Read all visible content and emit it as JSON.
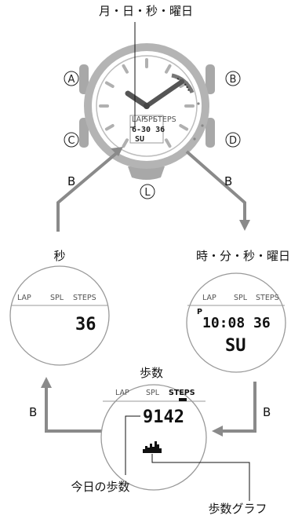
{
  "watch": {
    "top_label": "月・日・秒・曜日",
    "buttons": {
      "a": "A",
      "b": "B",
      "c": "C",
      "d": "D",
      "l": "L"
    },
    "lcd_tabs": [
      "LAP",
      "SPL",
      "STEPS"
    ],
    "lcd_line1": "6-30 36",
    "lcd_line2": "SU"
  },
  "arrow_labels": {
    "left": "B",
    "right": "B",
    "bottom_left": "B",
    "bottom_right": "B"
  },
  "screens": {
    "seconds": {
      "title": "秒",
      "tabs": [
        "LAP",
        "SPL",
        "STEPS"
      ],
      "value": "36"
    },
    "time": {
      "title": "時・分・秒・曜日",
      "tabs": [
        "LAP",
        "SPL",
        "STEPS"
      ],
      "pm": "P",
      "time": "10:08 36",
      "day": "SU"
    },
    "steps": {
      "title": "歩数",
      "tabs": [
        "LAP",
        "SPL",
        "STEPS"
      ],
      "count": "9142"
    }
  },
  "callouts": {
    "today_steps": "今日の歩数",
    "steps_graph": "歩数グラフ"
  }
}
